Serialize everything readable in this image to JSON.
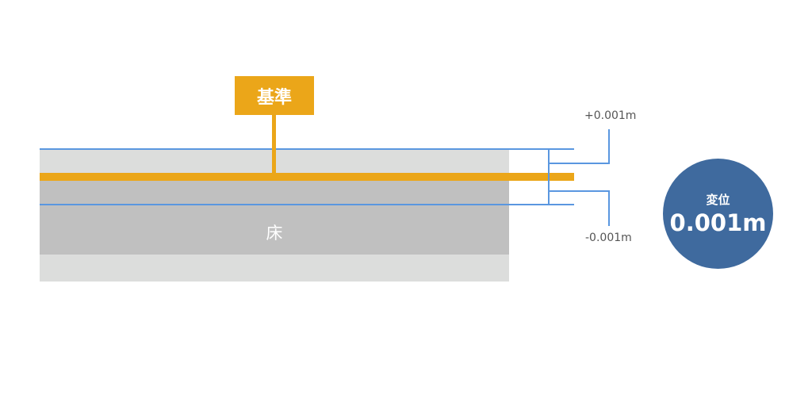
{
  "reference_label": "基準",
  "floor_label": "床",
  "upper_tolerance": "+0.001m",
  "lower_tolerance": "-0.001m",
  "displacement": {
    "title": "変位",
    "value": "0.001m"
  },
  "colors": {
    "reference": "#eba619",
    "tolerance_line": "#5a97e0",
    "circle": "#3f6a9e"
  }
}
